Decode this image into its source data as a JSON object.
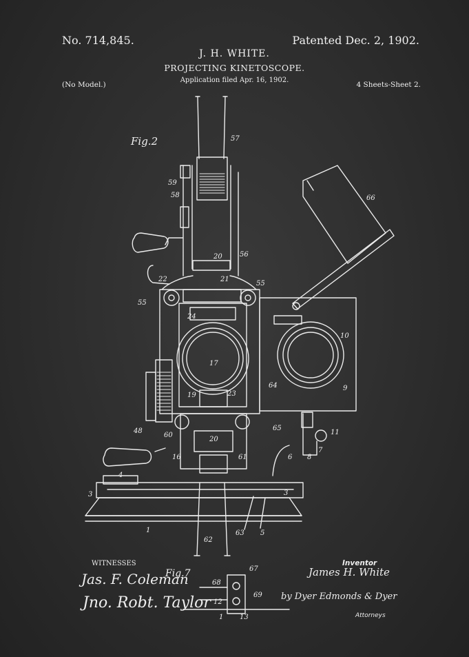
{
  "header": {
    "patent_number": "No. 714,845.",
    "patent_date": "Patented Dec. 2, 1902.",
    "inventor": "J. H. WHITE.",
    "title": "PROJECTING KINETOSCOPE.",
    "application": "Application filed Apr. 16, 1902.",
    "model": "(No Model.)",
    "sheets": "4 Sheets-Sheet 2."
  },
  "figures": {
    "fig2_label": "Fig.2",
    "fig7_label": "Fig.7"
  },
  "reference_numerals": {
    "n57": "57",
    "n59": "59",
    "n58": "58",
    "n66": "66",
    "n20": "20",
    "n56": "56",
    "n22": "22",
    "n21": "21",
    "n55a": "55",
    "n55b": "55",
    "n24": "24",
    "n10": "10",
    "n17": "17",
    "n9": "9",
    "n64": "64",
    "n19": "19",
    "n23": "23",
    "n65": "65",
    "n48": "48",
    "n60": "60",
    "n20b": "20",
    "n11": "11",
    "n16": "16",
    "n61": "61",
    "n6": "6",
    "n8": "8",
    "n7": "7",
    "n4": "4",
    "n3a": "3",
    "n3b": "3",
    "n1": "1",
    "n63": "63",
    "n5": "5",
    "n62": "62",
    "n67": "67",
    "n68": "68",
    "n69": "69",
    "n12": "12",
    "n1b": "1",
    "n13": "13"
  },
  "signatures": {
    "witnesses_label": "WITNESSES",
    "witness_1": "Jas. F. Coleman",
    "witness_2": "Jno. Robt. Taylor",
    "inventor_label": "Inventor",
    "inventor_name": "James H. White",
    "attorney": "by Dyer Edmonds & Dyer",
    "attorneys_label": "Attorneys"
  },
  "colors": {
    "background": "#2c2c2c",
    "ink": "#f0f0f0"
  }
}
